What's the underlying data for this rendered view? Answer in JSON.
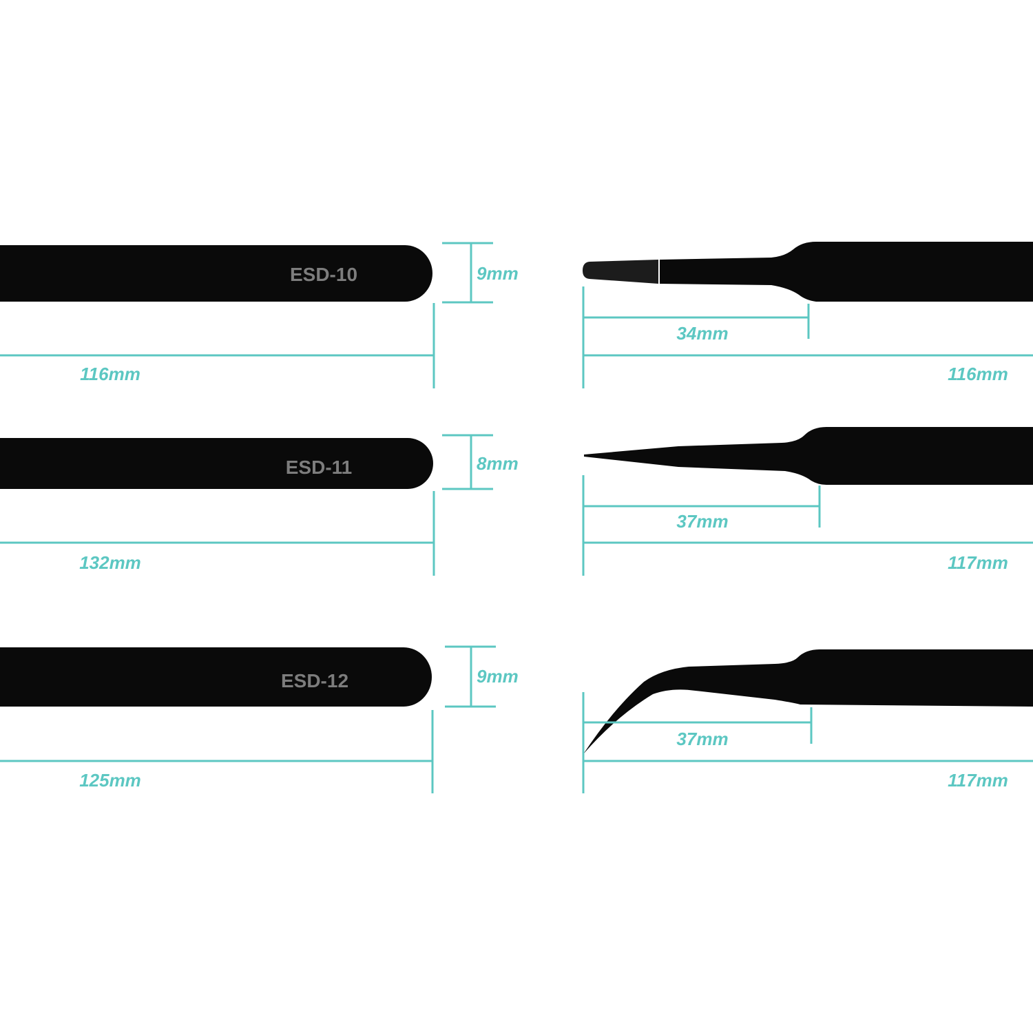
{
  "colors": {
    "background": "#ffffff",
    "tweezer": "#0a0a0a",
    "dimension": "#5cc7c2",
    "engraving": "#7d7d7d"
  },
  "rows": [
    {
      "model": "ESD-10",
      "handle_width": "9mm",
      "handle_length": "116mm",
      "tip_length": "34mm",
      "tip_total_length": "116mm",
      "tip_shape": "flat-square-tip"
    },
    {
      "model": "ESD-11",
      "handle_width": "8mm",
      "handle_length": "132mm",
      "tip_length": "37mm",
      "tip_total_length": "117mm",
      "tip_shape": "pointed-straight-tip"
    },
    {
      "model": "ESD-12",
      "handle_width": "9mm",
      "handle_length": "125mm",
      "tip_length": "37mm",
      "tip_total_length": "117mm",
      "tip_shape": "curved-tip"
    }
  ]
}
